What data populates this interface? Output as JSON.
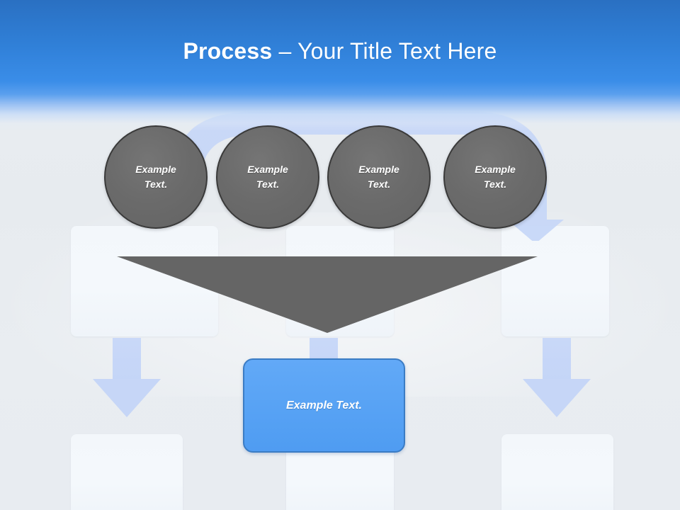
{
  "slide": {
    "title": {
      "strong": "Process",
      "rest": " – Your Title Text Here"
    },
    "background_color": "#e8ecf0",
    "header_color": "#3080d8"
  },
  "process_circles": [
    {
      "label": "Example\nText.",
      "fill": "#6b6b6b",
      "stroke": "#3a3a3a"
    },
    {
      "label": "Example\nText.",
      "fill": "#6b6b6b",
      "stroke": "#3a3a3a"
    },
    {
      "label": "Example\nText.",
      "fill": "#6b6b6b",
      "stroke": "#3a3a3a"
    },
    {
      "label": "Example\nText.",
      "fill": "#6b6b6b",
      "stroke": "#3a3a3a"
    }
  ],
  "summary_shape": {
    "type": "down-triangle",
    "fill": "#656565"
  },
  "callout": {
    "label": "Example Text.",
    "fill": "#57a2f4",
    "stroke": "#3b7cc4"
  },
  "decorations": {
    "curved_arrow_color": "#c6d6f7",
    "down_arrow_color": "#c6d6f7",
    "pale_box_color": "#f3f7fb",
    "down_arrow_count": 3,
    "pale_box_rows": 2
  }
}
